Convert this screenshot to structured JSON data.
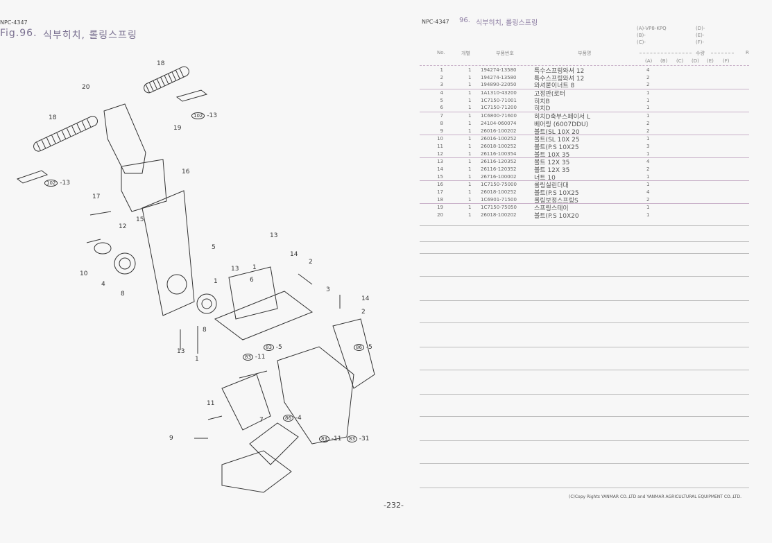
{
  "left": {
    "code": "NPC-4347",
    "fig": "Fig.96.",
    "title": "식부히치, 롤링스프링",
    "callouts": [
      "18",
      "20",
      "18",
      "102 -13",
      "19",
      "102 -13",
      "16",
      "17",
      "12",
      "15",
      "10",
      "4",
      "8",
      "5",
      "13",
      "14",
      "13",
      "1",
      "2",
      "1",
      "6",
      "3",
      "14",
      "2",
      "8",
      "13",
      "1",
      "83 -5",
      "86 -5",
      "83 -11",
      "11",
      "7",
      "86 -4",
      "9",
      "83 -11",
      "83 -31"
    ]
  },
  "right": {
    "code": "NPC-4347",
    "no": "96.",
    "title": "식부히치, 롤링스프링",
    "models": [
      "(A)-VP8-KPQ",
      "(B)-",
      "(C)-",
      "(D)-",
      "(E)-",
      "(F)-"
    ],
    "headers": {
      "no": "No.",
      "count": "개별",
      "part_no": "부품번호",
      "name": "부품명",
      "qty": "수량",
      "r": "R",
      "cols": [
        "(A)",
        "(B)",
        "(C)",
        "(D)",
        "(E)",
        "(F)"
      ]
    },
    "rows": [
      [
        "1",
        "1",
        "194274-13580",
        "특수스프링와셔 12",
        "4"
      ],
      [
        "2",
        "1",
        "194274-13580",
        "특수스프링와셔 12",
        "2"
      ],
      [
        "3",
        "1",
        "194890-22050",
        "와셔붙이너트 8",
        "2"
      ],
      [
        "4",
        "1",
        "1A1310-43200",
        "고정판(로터",
        "1"
      ],
      [
        "5",
        "1",
        "1C7150-71001",
        "히치B",
        "1"
      ],
      [
        "6",
        "1",
        "1C7150-71200",
        "히치D",
        "1"
      ],
      [
        "7",
        "1",
        "1C6800-71600",
        "히치D축부스페이서 L",
        "1"
      ],
      [
        "8",
        "1",
        "24104-060074",
        "베어링 (6007DDU)",
        "2"
      ],
      [
        "9",
        "1",
        "26016-100202",
        "볼트(SL 10X 20",
        "2"
      ],
      [
        "10",
        "1",
        "26016-100252",
        "볼트(SL 10X 25",
        "1"
      ],
      [
        "11",
        "1",
        "26018-100252",
        "볼트(P.S 10X25",
        "3"
      ],
      [
        "12",
        "1",
        "26116-100354",
        "볼트 10X 35",
        "1"
      ],
      [
        "13",
        "1",
        "26116-120352",
        "볼트 12X 35",
        "4"
      ],
      [
        "14",
        "1",
        "26116-120352",
        "볼트 12X 35",
        "2"
      ],
      [
        "15",
        "1",
        "26716-100002",
        "너트 10",
        "1"
      ],
      [
        "16",
        "1",
        "1C7150-75000",
        "롤링실린더대",
        "1"
      ],
      [
        "17",
        "1",
        "26018-100252",
        "볼트(P.S 10X25",
        "4"
      ],
      [
        "18",
        "1",
        "1C6901-71500",
        "롤링보정스프링S",
        "2"
      ],
      [
        "19",
        "1",
        "1C7150-75050",
        "스프링스테이",
        "1"
      ],
      [
        "20",
        "1",
        "26018-100202",
        "볼트(P.S 10X20",
        "1"
      ]
    ],
    "copyright": "(C)Copy Rights  YANMAR CO.,LTD and YANMAR AGRICULTURAL EQUIPMENT CO.,LTD."
  },
  "page": "-232-"
}
